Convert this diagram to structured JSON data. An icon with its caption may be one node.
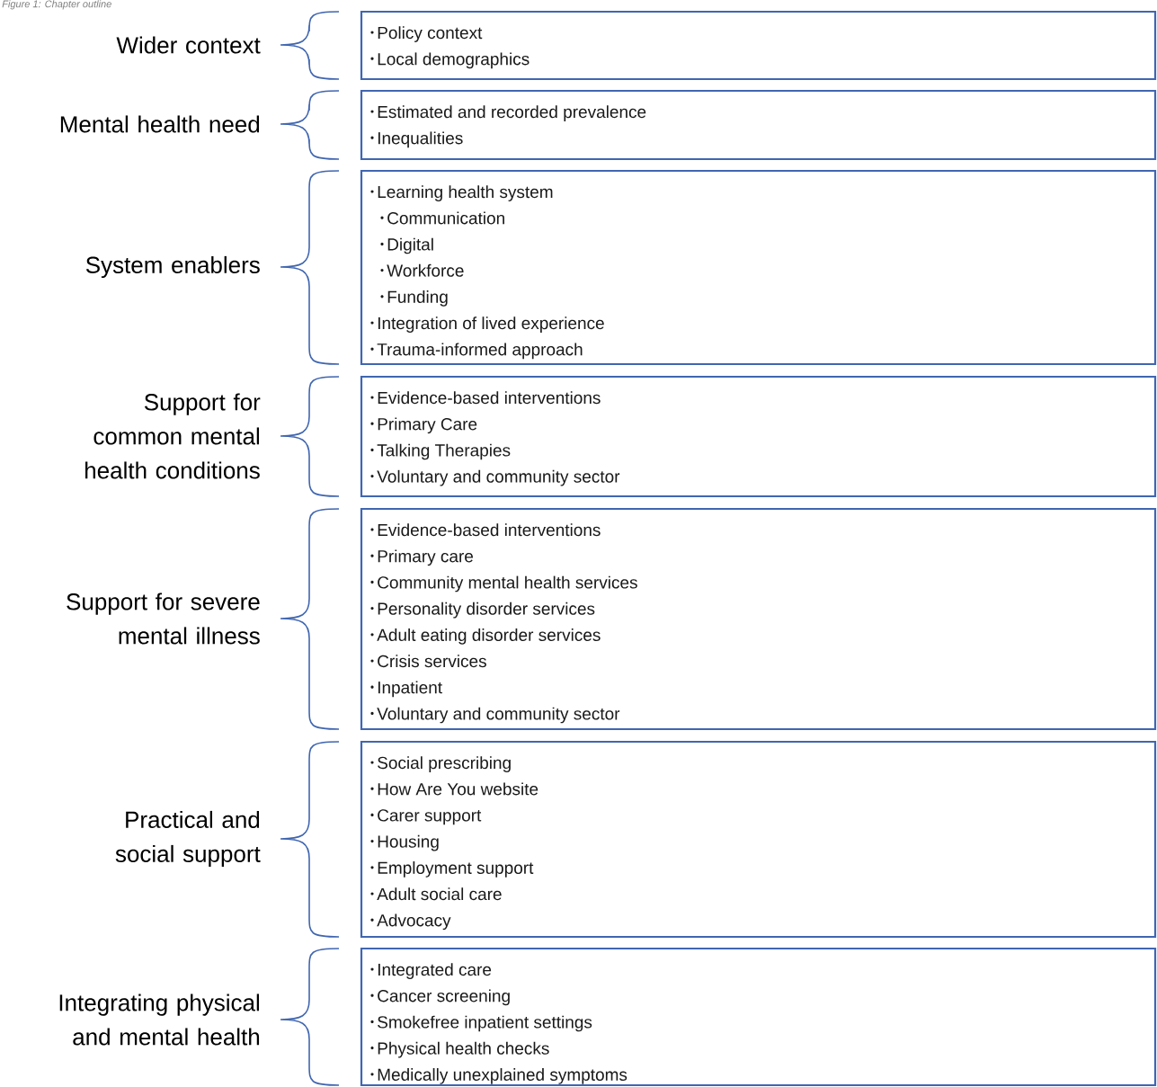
{
  "diagram": {
    "title": "Figure 1: Chapter outline",
    "nodes": [
      {
        "text": [
          "Policy context",
          "Local demographics"
        ]
      },
      {
        "text": [
          "Estimated and recorded prevalence",
          "Inequalities"
        ]
      },
      {
        "text": [
          "Learning health system",
          "Communication",
          "Digital",
          "Workforce",
          "Funding",
          "Integration of lived experience",
          "Trauma-informed approach"
        ]
      },
      {
        "text": [
          "Evidence-based interventions",
          "Primary Care",
          "Talking Therapies",
          "Voluntary and community sector"
        ]
      },
      {
        "text": [
          "Evidence-based interventions",
          "Primary care",
          "Community mental health services",
          "Personality disorder services",
          "Adult eating disorder services",
          "Crisis services",
          "Inpatient",
          "Voluntary and community sector"
        ]
      },
      {
        "text": [
          "Social prescribing",
          "How Are You website",
          "Carer support",
          "Housing",
          "Employment support",
          "Adult social care",
          "Advocacy"
        ]
      },
      {
        "text": [
          "Integrated care",
          "Cancer screening",
          "Smokefree inpatient settings",
          "Physical health checks",
          "Medically unexplained symptoms"
        ]
      }
    ],
    "labels": [
      "Wider context",
      "Mental health need",
      "System enablers",
      "Support for common mental health conditions",
      "Support for severe mental illness",
      "Practical and social support",
      "Integrating physical and mental health"
    ]
  }
}
